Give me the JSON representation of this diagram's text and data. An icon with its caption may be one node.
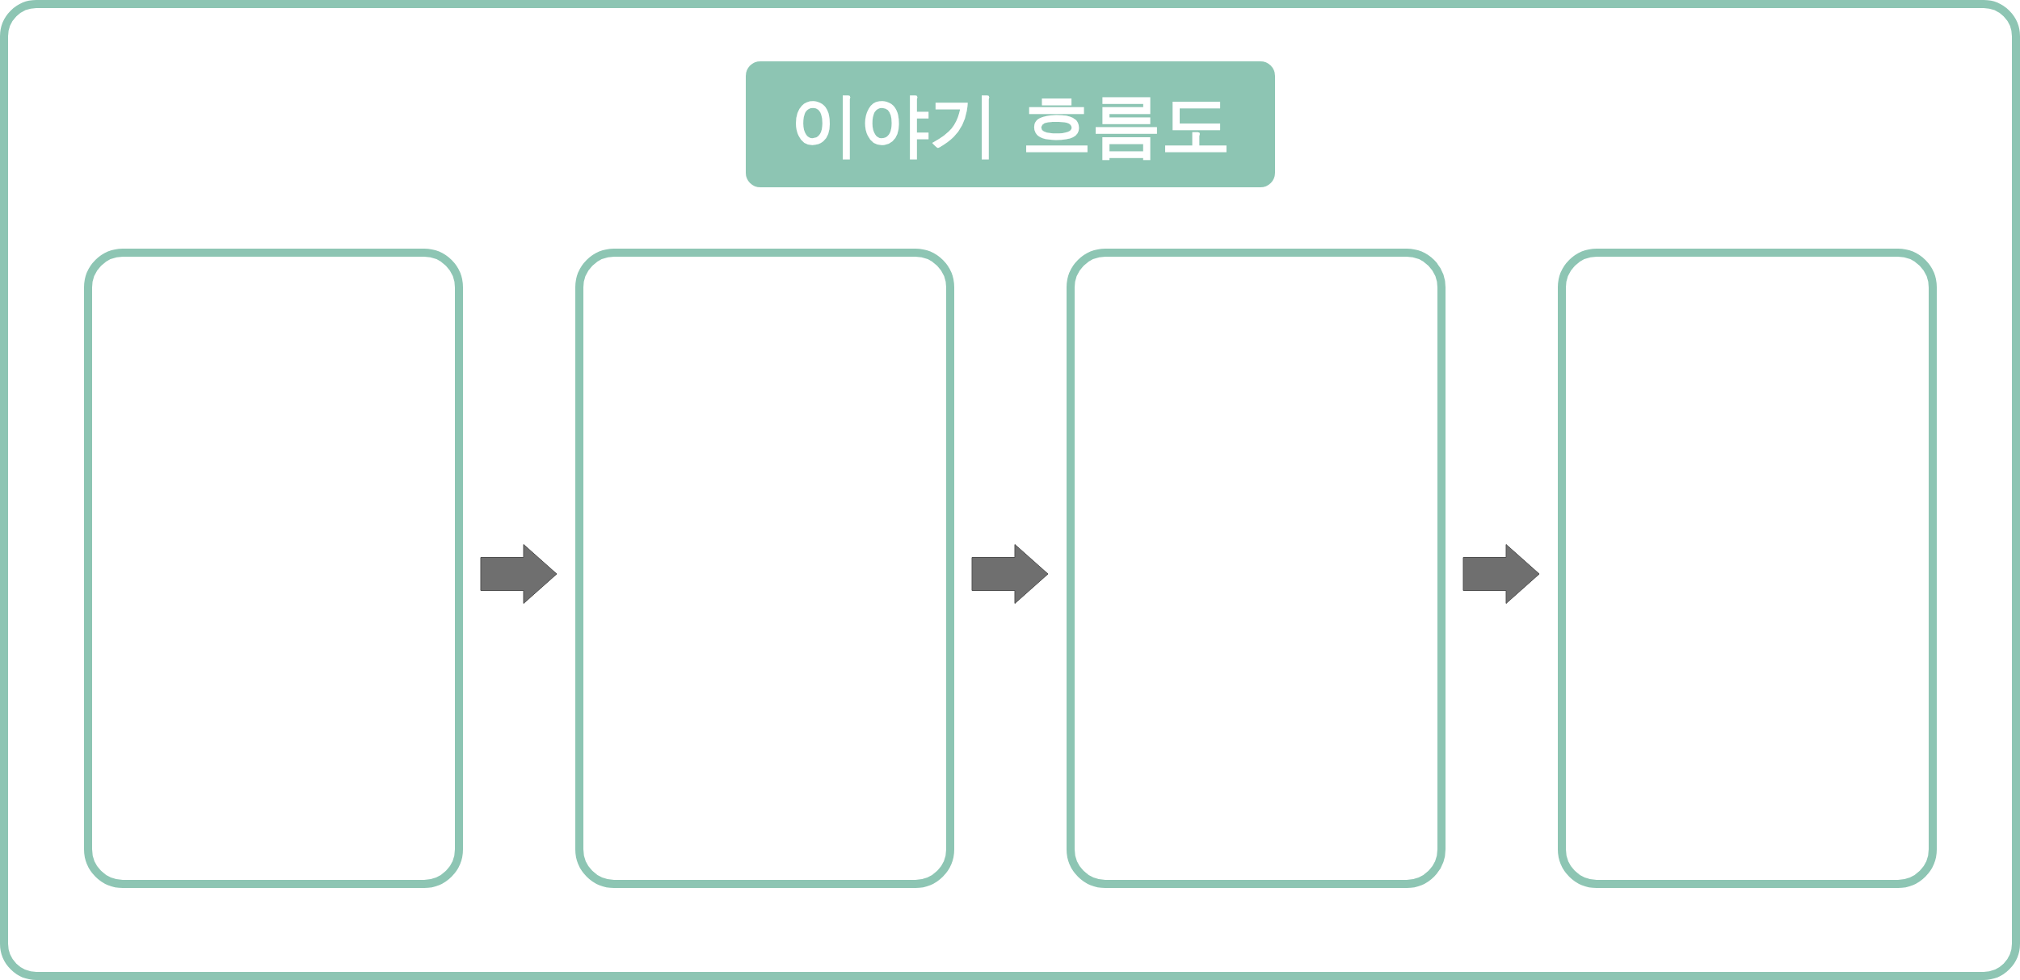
{
  "diagram": {
    "title": "이야기 흐름도",
    "nodes": [
      {
        "text": [],
        "shape": "box"
      },
      {
        "text": [],
        "shape": "box"
      },
      {
        "text": [],
        "shape": "box"
      },
      {
        "text": [],
        "shape": "box"
      }
    ],
    "edges": [
      {
        "from": 0,
        "to": 1,
        "arrow": "to"
      },
      {
        "from": 1,
        "to": 2,
        "arrow": "to"
      },
      {
        "from": 2,
        "to": 3,
        "arrow": "to"
      }
    ]
  }
}
